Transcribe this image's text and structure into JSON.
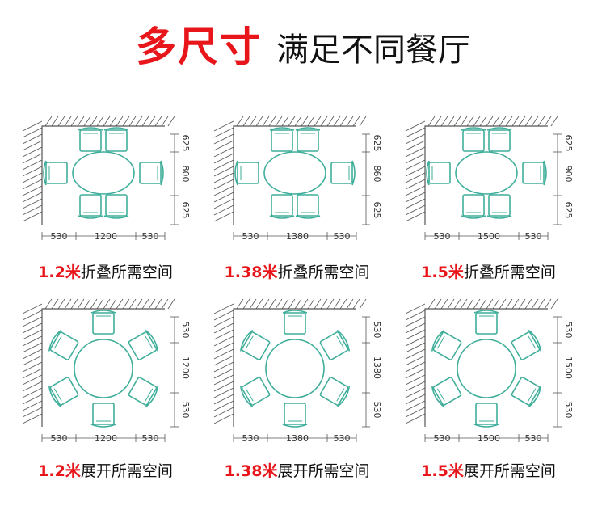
{
  "header": {
    "highlight": "多尺寸",
    "rest": "满足不同餐厅"
  },
  "panels": [
    {
      "mode": "fold",
      "size": "1.2米",
      "caption_suffix": "折叠所需空间",
      "bottom": [
        "530",
        "1200",
        "530"
      ],
      "side": [
        "625",
        "800",
        "625"
      ]
    },
    {
      "mode": "fold",
      "size": "1.38米",
      "caption_suffix": "折叠所需空间",
      "bottom": [
        "530",
        "1380",
        "530"
      ],
      "side": [
        "625",
        "860",
        "625"
      ]
    },
    {
      "mode": "fold",
      "size": "1.5米",
      "caption_suffix": "折叠所需空间",
      "bottom": [
        "530",
        "1500",
        "530"
      ],
      "side": [
        "625",
        "900",
        "625"
      ]
    },
    {
      "mode": "open",
      "size": "1.2米",
      "caption_suffix": "展开所需空间",
      "bottom": [
        "530",
        "1200",
        "530"
      ],
      "side": [
        "530",
        "1200",
        "530"
      ]
    },
    {
      "mode": "open",
      "size": "1.38米",
      "caption_suffix": "展开所需空间",
      "bottom": [
        "530",
        "1380",
        "530"
      ],
      "side": [
        "530",
        "1380",
        "530"
      ]
    },
    {
      "mode": "open",
      "size": "1.5米",
      "caption_suffix": "展开所需空间",
      "bottom": [
        "530",
        "1500",
        "530"
      ],
      "side": [
        "530",
        "1500",
        "530"
      ]
    }
  ],
  "colors": {
    "accent": "#e8151a",
    "furniture": "#3fae9a",
    "wall": "#555555"
  }
}
